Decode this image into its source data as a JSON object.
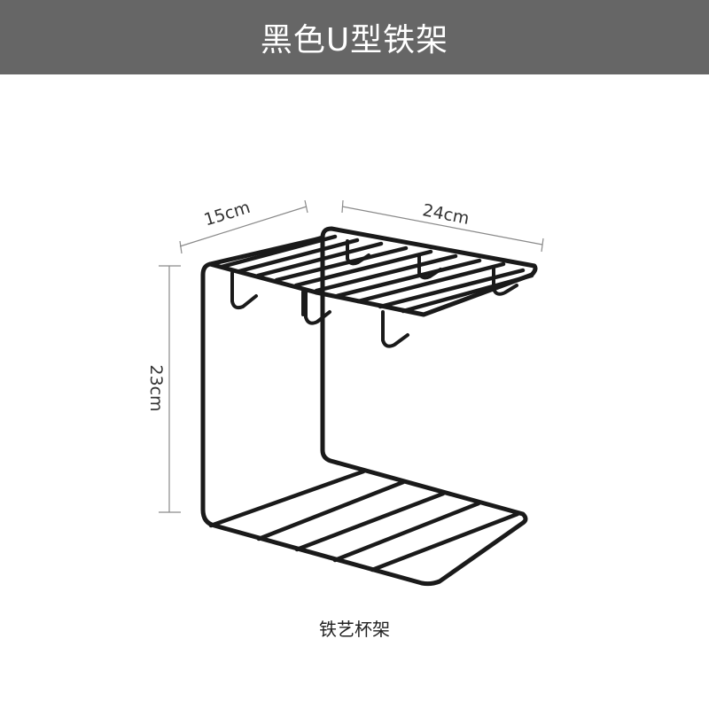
{
  "banner": {
    "title": "黑色U型铁架",
    "background": "#666666"
  },
  "dimensions": {
    "depth": "15cm",
    "width": "24cm",
    "height": "23cm"
  },
  "caption": "铁艺杯架",
  "colors": {
    "rack": "#1a1a1a",
    "dimension_line": "#8a8a8a"
  }
}
